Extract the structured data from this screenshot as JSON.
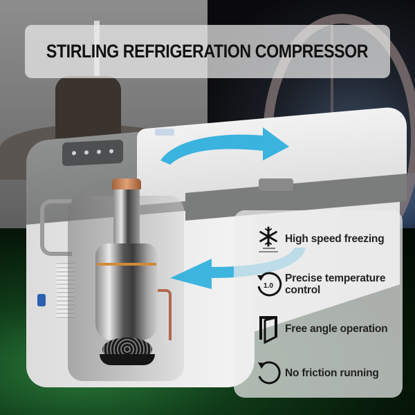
{
  "title": "STIRLING REFRIGERATION COMPRESSOR",
  "features": [
    {
      "icon": "snowflake-icon",
      "label": "High speed freezing"
    },
    {
      "icon": "precision-dial-icon",
      "icon_text": "1.0",
      "label_line1": "Precise temperature",
      "label_line2": "control"
    },
    {
      "icon": "door-angle-icon",
      "label": "Free angle operation"
    },
    {
      "icon": "rotate-icon",
      "label": "No friction running"
    }
  ],
  "colors": {
    "arrow": "#2aaedc",
    "panel_bg": "rgba(235,235,235,0.72)",
    "text": "#222222"
  }
}
